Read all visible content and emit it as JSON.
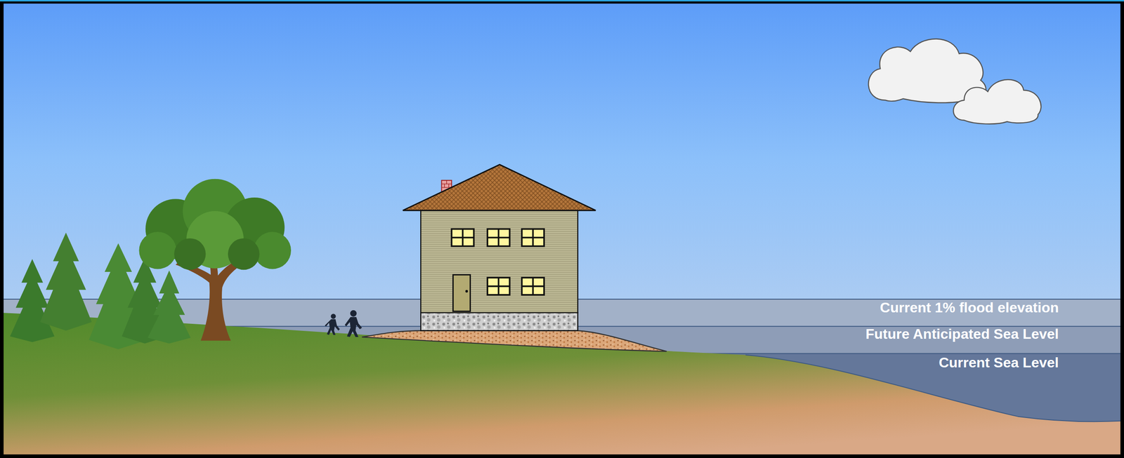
{
  "diagram": {
    "labels": [
      "Current 1% flood elevation",
      "Future Anticipated Sea Level",
      "Current Sea Level"
    ]
  }
}
